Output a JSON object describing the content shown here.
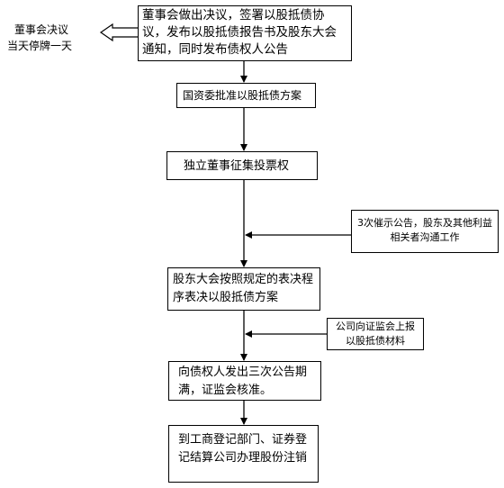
{
  "nodes": {
    "board_resolution": "董事会做出决议，签署以股抵债协议，发布以股抵债报告书及股东大会通知，同时发布债权人公告",
    "sasac_approval": "国资委批准以股抵债方案",
    "independent_director": "独立董事征集投票权",
    "shareholder_meeting": "股东大会按照规定的表决程序表决以股抵债方案",
    "creditor_notice": "向债权人发出三次公告期满，证监会核准。",
    "cancellation": "到工商登记部门、证券登记结算公司办理股份注销"
  },
  "side_nodes": {
    "reminder": "3次催示公告，股东及其他利益相关者沟通工作",
    "csrc_report": "公司向证监会上报以股抵债材料"
  },
  "left_note": {
    "line1": "董事会决议",
    "line2": "当天停牌一天"
  }
}
